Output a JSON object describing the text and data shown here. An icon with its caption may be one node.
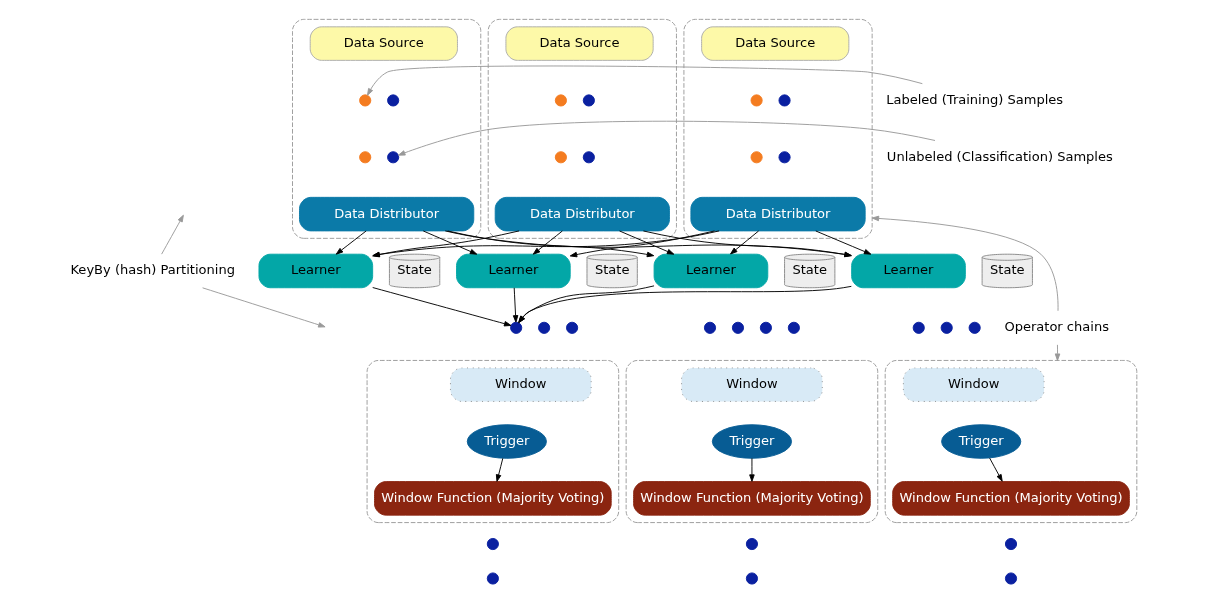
{
  "diagram": {
    "nodes": [
      {
        "text": [],
        "shape": "box"
      },
      {
        "text": [
          "Data Source"
        ],
        "in": 0
      },
      {
        "text": [],
        "shape": "circle",
        "in": 0
      },
      {
        "text": [],
        "shape": "circle",
        "in": 0
      },
      {
        "text": [],
        "shape": "circle",
        "in": 0
      },
      {
        "text": [],
        "shape": "circle",
        "in": 0
      },
      {
        "text": [
          "Data Distributor"
        ],
        "in": 0
      },
      {
        "text": [],
        "shape": "box"
      },
      {
        "text": [
          "Data Source"
        ],
        "in": 7
      },
      {
        "text": [],
        "shape": "circle",
        "in": 7
      },
      {
        "text": [],
        "shape": "circle",
        "in": 7
      },
      {
        "text": [],
        "shape": "circle",
        "in": 7
      },
      {
        "text": [],
        "shape": "circle",
        "in": 7
      },
      {
        "text": [
          "Data Distributor"
        ],
        "in": 7
      },
      {
        "text": [],
        "shape": "box"
      },
      {
        "text": [
          "Data Source"
        ],
        "in": 14
      },
      {
        "text": [],
        "shape": "circle",
        "in": 14
      },
      {
        "text": [],
        "shape": "circle",
        "in": 14
      },
      {
        "text": [],
        "shape": "circle",
        "in": 14
      },
      {
        "text": [],
        "shape": "circle",
        "in": 14
      },
      {
        "text": [
          "Data Distributor"
        ],
        "in": 14
      },
      {
        "text": [
          "Labeled (Training) Samples"
        ]
      },
      {
        "text": [
          "Unlabeled (Classification) Samples"
        ]
      },
      {
        "text": [
          "KeyBy (hash) Partitioning"
        ]
      },
      {
        "text": [
          "Learner"
        ]
      },
      {
        "text": [
          "State"
        ]
      },
      {
        "text": [
          "Learner"
        ]
      },
      {
        "text": [
          "State"
        ]
      },
      {
        "text": [
          "Learner"
        ]
      },
      {
        "text": [
          "State"
        ]
      },
      {
        "text": [
          "Learner"
        ]
      },
      {
        "text": [
          "State"
        ]
      },
      {
        "text": [
          "Operator chains"
        ]
      },
      {
        "text": [],
        "shape": "circle"
      },
      {
        "text": [],
        "shape": "circle"
      },
      {
        "text": [],
        "shape": "circle"
      },
      {
        "text": [],
        "shape": "circle"
      },
      {
        "text": [],
        "shape": "circle"
      },
      {
        "text": [],
        "shape": "circle"
      },
      {
        "text": [],
        "shape": "circle"
      },
      {
        "text": [],
        "shape": "circle"
      },
      {
        "text": [],
        "shape": "circle"
      },
      {
        "text": [],
        "shape": "circle"
      },
      {
        "text": [],
        "shape": "box"
      },
      {
        "text": [
          "Window"
        ],
        "in": 43
      },
      {
        "text": [
          "Trigger"
        ],
        "in": 43
      },
      {
        "text": [
          "Window Function (Majority Voting)"
        ],
        "in": 43
      },
      {
        "text": [],
        "shape": "box"
      },
      {
        "text": [
          "Window"
        ],
        "in": 47
      },
      {
        "text": [
          "Trigger"
        ],
        "in": 47
      },
      {
        "text": [
          "Window Function (Majority Voting)"
        ],
        "in": 47
      },
      {
        "text": [],
        "shape": "box"
      },
      {
        "text": [
          "Window"
        ],
        "in": 51
      },
      {
        "text": [
          "Trigger"
        ],
        "in": 51
      },
      {
        "text": [
          "Window Function (Majority Voting)"
        ],
        "in": 51
      },
      {
        "text": [],
        "shape": "circle"
      },
      {
        "text": [],
        "shape": "circle"
      },
      {
        "text": [],
        "shape": "circle"
      },
      {
        "text": [],
        "shape": "circle"
      },
      {
        "text": [],
        "shape": "circle"
      },
      {
        "text": [],
        "shape": "circle"
      }
    ],
    "edges": [
      {
        "from": 21,
        "to": 2,
        "arrow": "to",
        "color": "#999999"
      },
      {
        "from": 22,
        "to": 5,
        "arrow": "to",
        "color": "#999999"
      },
      {
        "from": 23,
        "to": null,
        "arrow": "to",
        "color": "#999999"
      },
      {
        "from": 23,
        "to": null,
        "arrow": "to",
        "color": "#999999"
      },
      {
        "from": 6,
        "to": 24,
        "arrow": "to"
      },
      {
        "from": 6,
        "to": 26,
        "arrow": "to"
      },
      {
        "from": 6,
        "to": 28,
        "arrow": "to"
      },
      {
        "from": 6,
        "to": 30,
        "arrow": "to"
      },
      {
        "from": 13,
        "to": 24,
        "arrow": "to"
      },
      {
        "from": 13,
        "to": 26,
        "arrow": "to"
      },
      {
        "from": 13,
        "to": 28,
        "arrow": "to"
      },
      {
        "from": 13,
        "to": 30,
        "arrow": "to"
      },
      {
        "from": 20,
        "to": 24,
        "arrow": "to"
      },
      {
        "from": 20,
        "to": 26,
        "arrow": "to"
      },
      {
        "from": 20,
        "to": 28,
        "arrow": "to"
      },
      {
        "from": 20,
        "to": 30,
        "arrow": "to"
      },
      {
        "from": 24,
        "to": 33,
        "arrow": "to"
      },
      {
        "from": 26,
        "to": 33,
        "arrow": "to"
      },
      {
        "from": 28,
        "to": 33,
        "arrow": "to"
      },
      {
        "from": 30,
        "to": 33,
        "arrow": "to"
      },
      {
        "from": 32,
        "to": 14,
        "arrow": "to",
        "color": "#999999"
      },
      {
        "from": 32,
        "to": 51,
        "arrow": "to",
        "color": "#999999"
      },
      {
        "from": 45,
        "to": 46,
        "arrow": "to"
      },
      {
        "from": 49,
        "to": 50,
        "arrow": "to"
      },
      {
        "from": 53,
        "to": 54,
        "arrow": "to"
      }
    ]
  }
}
